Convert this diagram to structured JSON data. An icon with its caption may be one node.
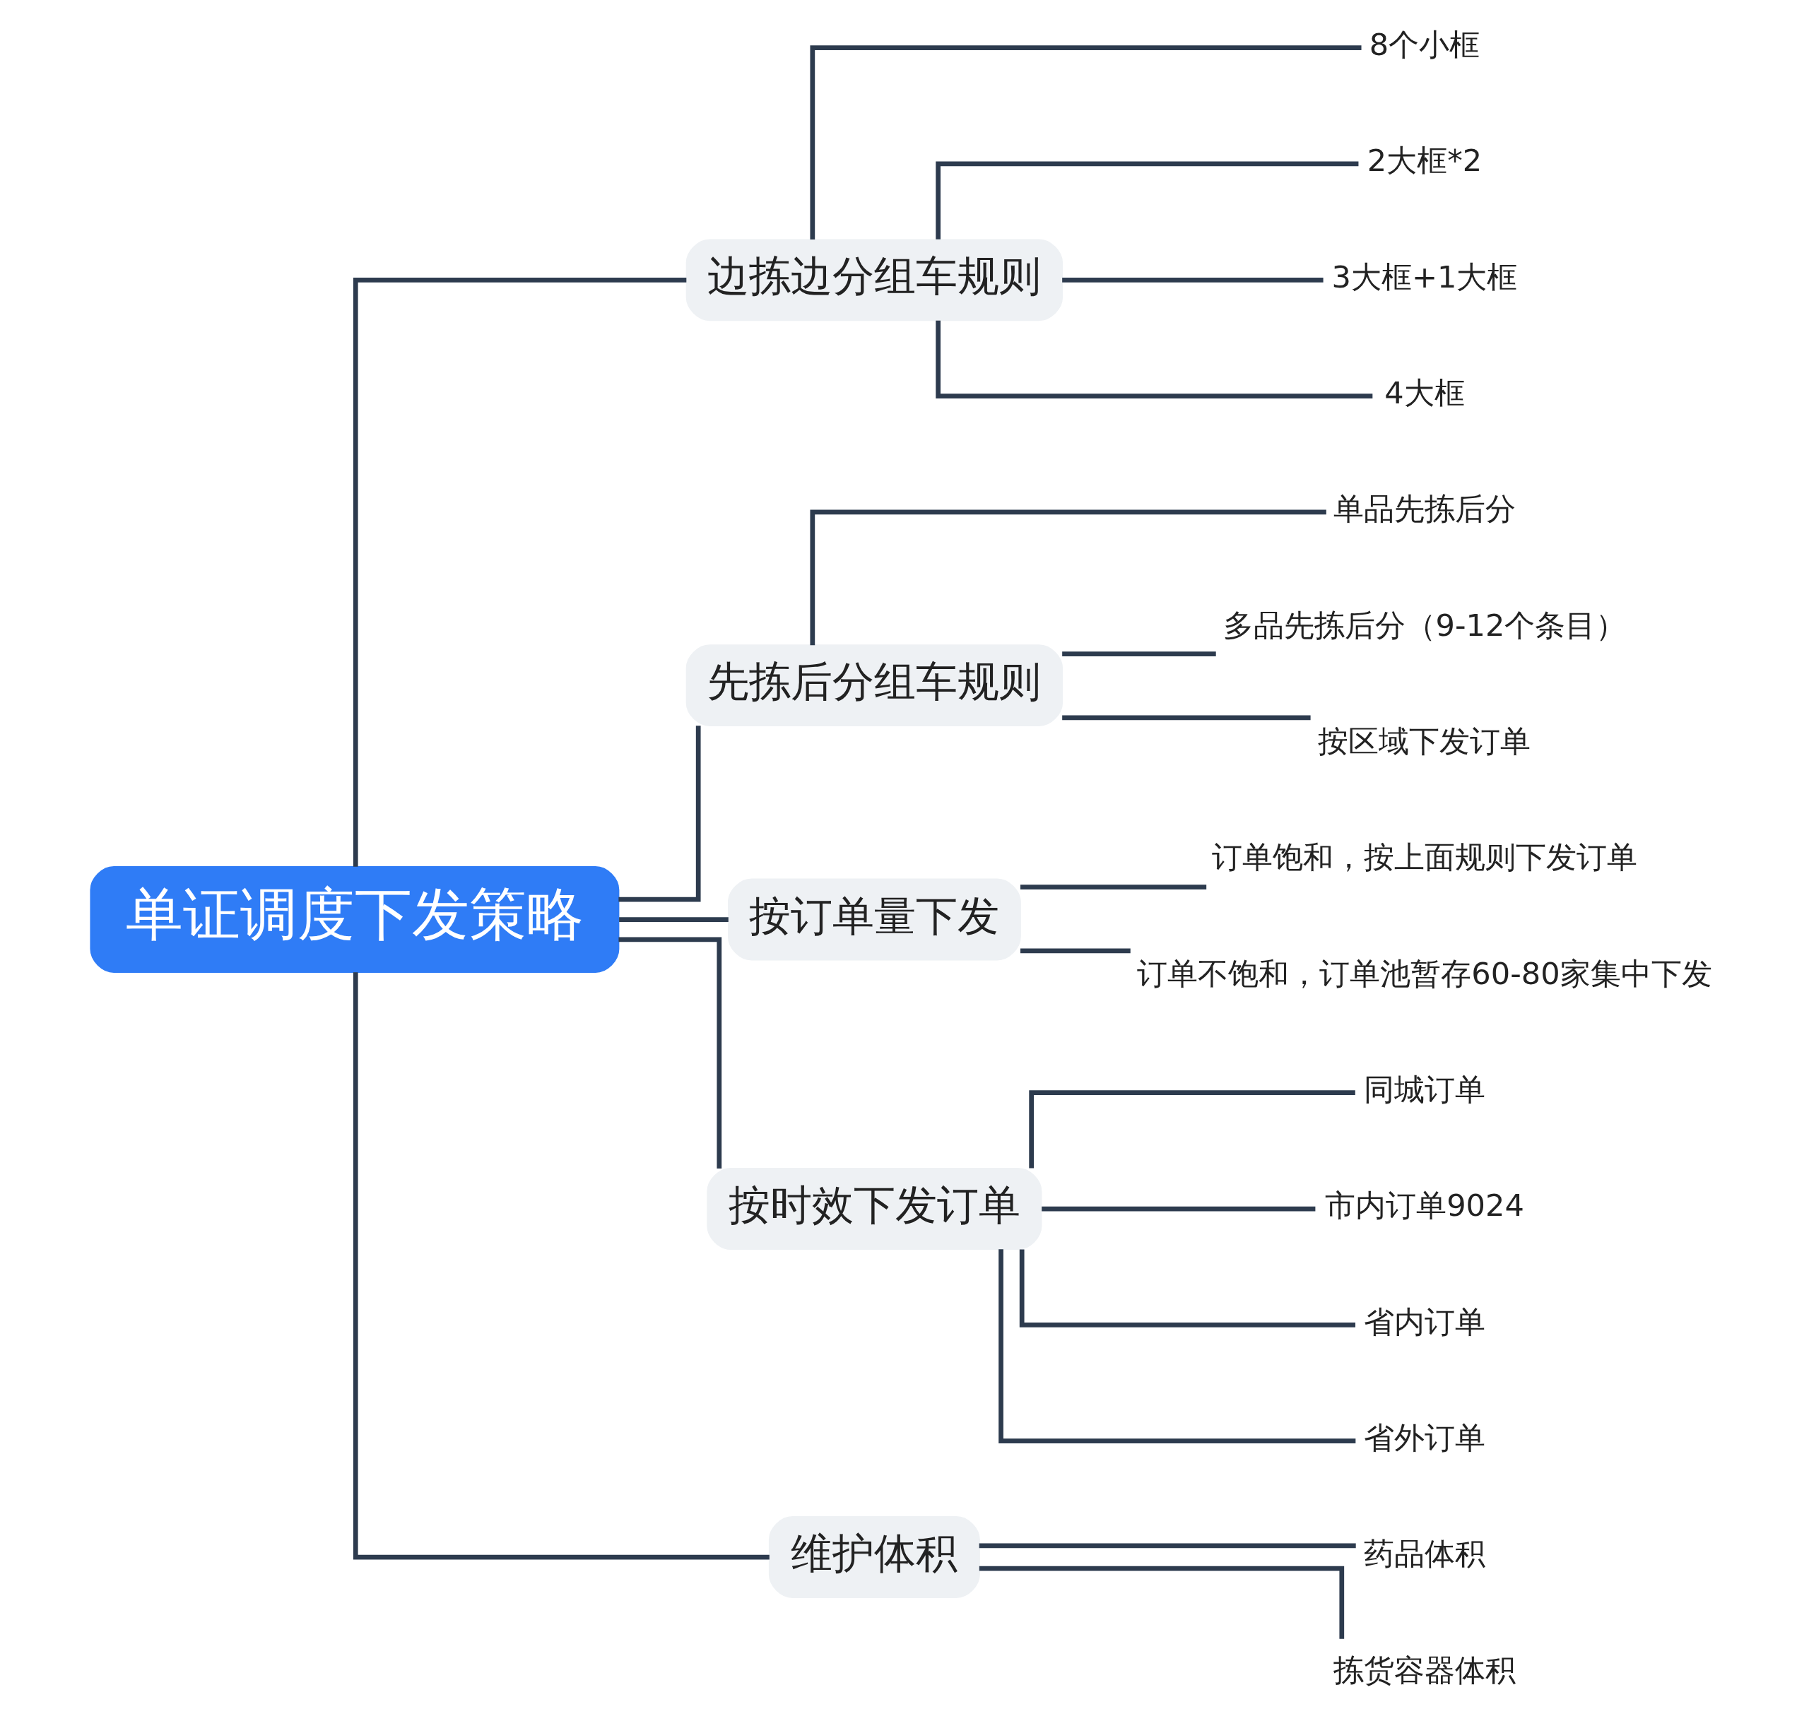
{
  "diagram": {
    "nodes": [
      {
        "text": [
          "单证调度下发策略"
        ]
      },
      {
        "text": [
          "边拣边分组车规则"
        ]
      },
      {
        "text": [
          "8个小框"
        ]
      },
      {
        "text": [
          "2大框*2"
        ]
      },
      {
        "text": [
          "3大框+1大框"
        ]
      },
      {
        "text": [
          "4大框"
        ]
      },
      {
        "text": [
          "先拣后分组车规则"
        ]
      },
      {
        "text": [
          "单品先拣后分"
        ]
      },
      {
        "text": [
          "多品先拣后分（9-12个条目）"
        ]
      },
      {
        "text": [
          "按区域下发订单"
        ]
      },
      {
        "text": [
          "按订单量下发"
        ]
      },
      {
        "text": [
          "订单饱和，按上面规则下发订单"
        ]
      },
      {
        "text": [
          "订单不饱和，订单池暂存60-80家集中下发"
        ]
      },
      {
        "text": [
          "按时效下发订单"
        ]
      },
      {
        "text": [
          "同城订单"
        ]
      },
      {
        "text": [
          "市内订单9024"
        ]
      },
      {
        "text": [
          "省内订单"
        ]
      },
      {
        "text": [
          "省外订单"
        ]
      },
      {
        "text": [
          "维护体积"
        ]
      },
      {
        "text": [
          "药品体积"
        ]
      },
      {
        "text": [
          "拣货容器体积"
        ]
      }
    ],
    "edges": [
      {
        "from": 0,
        "to": 1,
        "arrow": "none"
      },
      {
        "from": 1,
        "to": 2,
        "arrow": "none"
      },
      {
        "from": 1,
        "to": 3,
        "arrow": "none"
      },
      {
        "from": 1,
        "to": 4,
        "arrow": "none"
      },
      {
        "from": 1,
        "to": 5,
        "arrow": "none"
      },
      {
        "from": 0,
        "to": 6,
        "arrow": "none"
      },
      {
        "from": 6,
        "to": 7,
        "arrow": "none"
      },
      {
        "from": 6,
        "to": 8,
        "arrow": "none"
      },
      {
        "from": 6,
        "to": 9,
        "arrow": "none"
      },
      {
        "from": 0,
        "to": 10,
        "arrow": "none"
      },
      {
        "from": 10,
        "to": 11,
        "arrow": "none"
      },
      {
        "from": 10,
        "to": 12,
        "arrow": "none"
      },
      {
        "from": 0,
        "to": 13,
        "arrow": "none"
      },
      {
        "from": 13,
        "to": 14,
        "arrow": "none"
      },
      {
        "from": 13,
        "to": 15,
        "arrow": "none"
      },
      {
        "from": 13,
        "to": 16,
        "arrow": "none"
      },
      {
        "from": 13,
        "to": 17,
        "arrow": "none"
      },
      {
        "from": 0,
        "to": 18,
        "arrow": "none"
      },
      {
        "from": 18,
        "to": 19,
        "arrow": "none"
      },
      {
        "from": 18,
        "to": 20,
        "arrow": "none"
      }
    ]
  }
}
